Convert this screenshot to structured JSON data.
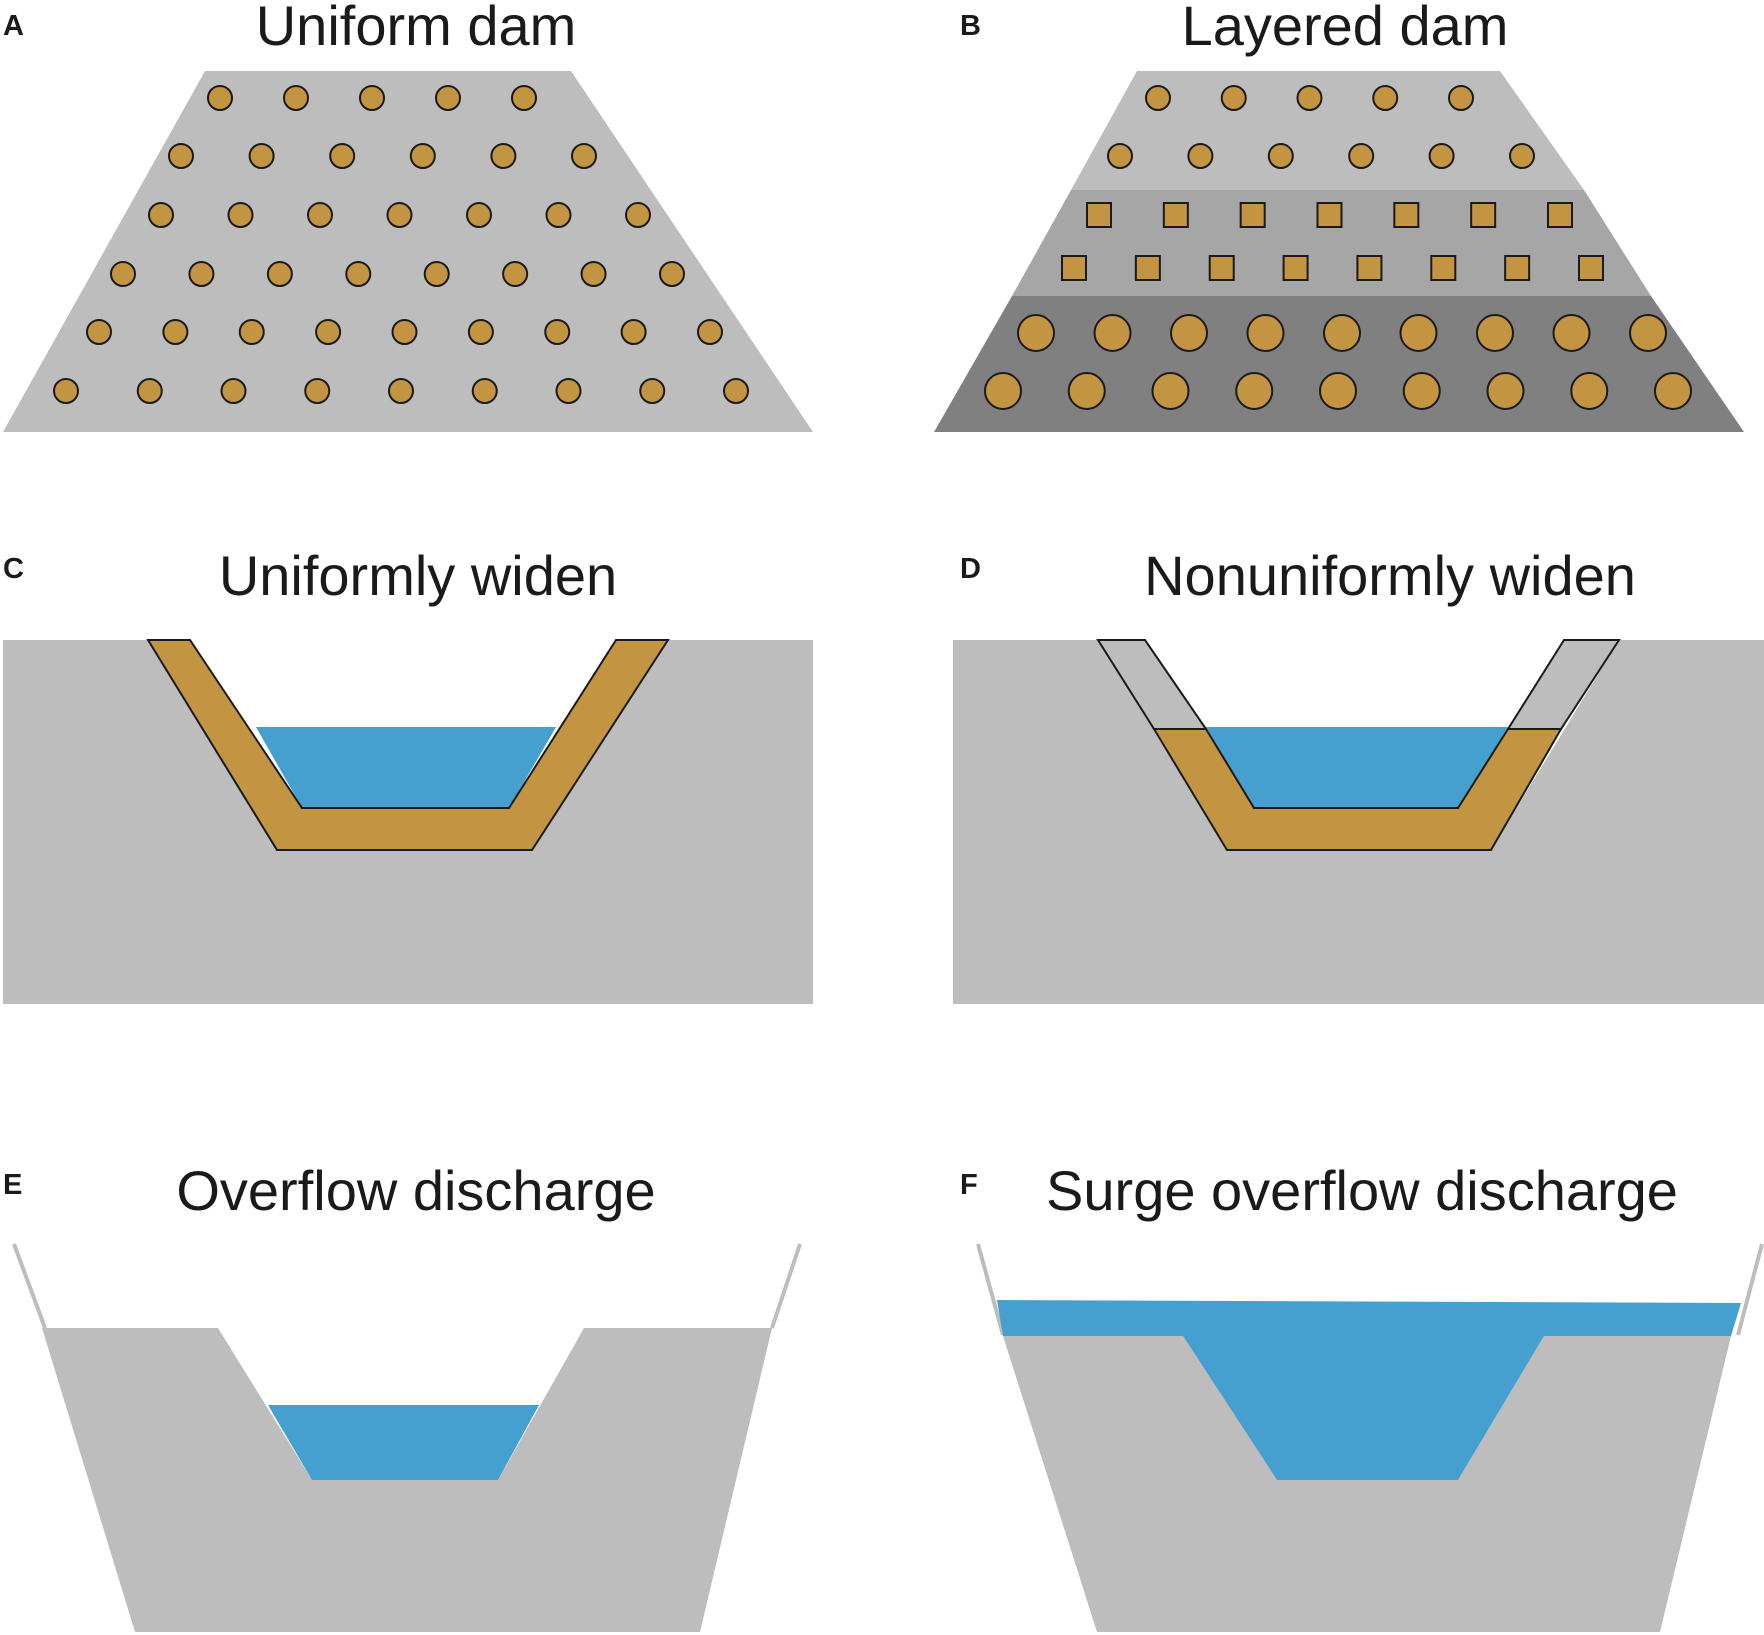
{
  "panels": {
    "a": {
      "letter": "A",
      "title": "Uniform dam"
    },
    "b": {
      "letter": "B",
      "title": "Layered dam"
    },
    "c": {
      "letter": "C",
      "title": "Uniformly widen"
    },
    "d": {
      "letter": "D",
      "title": "Nonuniformly widen"
    },
    "e": {
      "letter": "E",
      "title": "Overflow discharge"
    },
    "f": {
      "letter": "F",
      "title": "Surge overflow discharge"
    }
  },
  "colors": {
    "dam_light": "#bdbdbd",
    "layer_mid": "#a6a6a6",
    "layer_dark": "#808080",
    "particle": "#c39442",
    "water": "#45a0d0",
    "outline": "#1a1a1a",
    "bank_line": "#bdbdbd"
  }
}
